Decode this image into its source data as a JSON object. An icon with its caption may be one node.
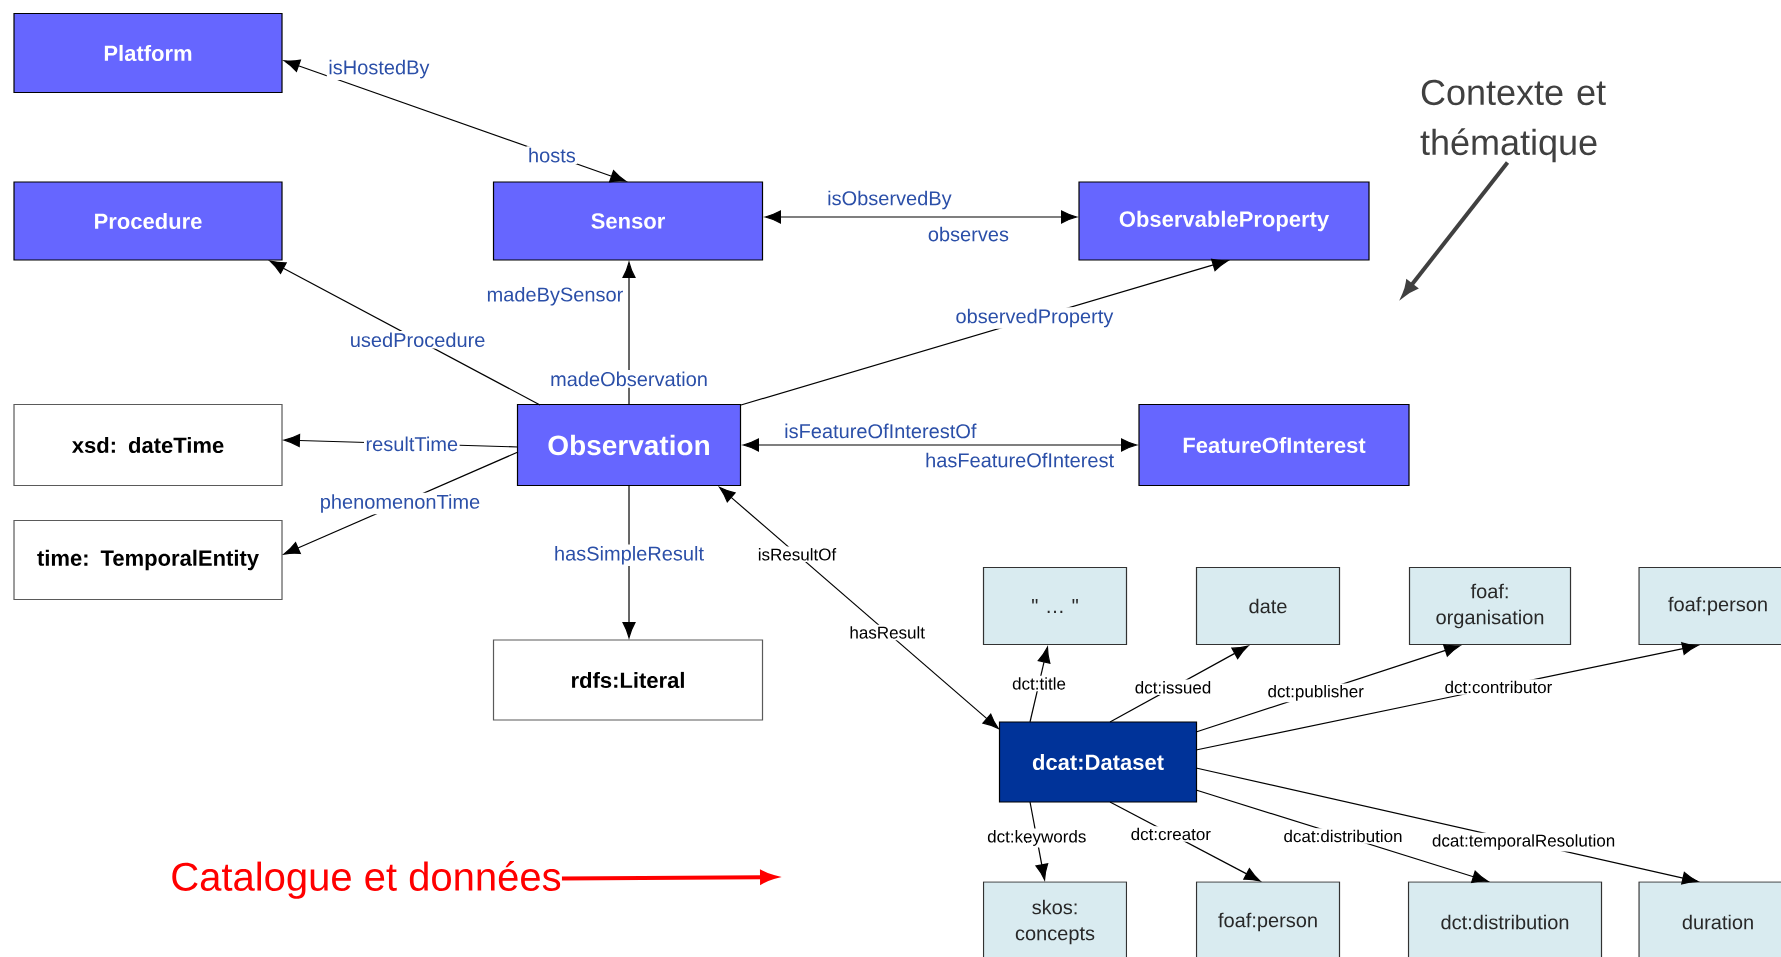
{
  "diagram": {
    "nodes": [
      {
        "text": [
          "Platform"
        ]
      },
      {
        "text": [
          "Procedure"
        ]
      },
      {
        "text": [
          "Sensor"
        ]
      },
      {
        "text": [
          "ObservableProperty"
        ]
      },
      {
        "text": [
          "Observation"
        ]
      },
      {
        "text": [
          "FeatureOfInterest"
        ]
      },
      {
        "text": [
          "xsd: dateTime"
        ]
      },
      {
        "text": [
          "time: TemporalEntity"
        ]
      },
      {
        "text": [
          "rdfs:Literal"
        ]
      },
      {
        "text": [
          "\" … \""
        ]
      },
      {
        "text": [
          "date"
        ]
      },
      {
        "text": [
          "foaf: organisation"
        ]
      },
      {
        "text": [
          "foaf:person"
        ]
      },
      {
        "text": [
          "dcat:Dataset"
        ]
      },
      {
        "text": [
          "skos: concepts"
        ]
      },
      {
        "text": [
          "foaf:person"
        ]
      },
      {
        "text": [
          "dct:distribution"
        ]
      },
      {
        "text": [
          "duration"
        ]
      },
      {
        "text": [
          "Contexte et thématique"
        ]
      },
      {
        "text": [
          "Catalogue et données"
        ]
      }
    ],
    "edges": [
      {
        "from": 2,
        "to": 0,
        "arrow": "both",
        "label": "isHostedBy"
      },
      {
        "from": 4,
        "to": 1,
        "arrow": "to",
        "label": "usedProcedure"
      },
      {
        "from": 2,
        "to": 3,
        "arrow": "both",
        "label": "isObservedBy"
      },
      {
        "from": 4,
        "to": 2,
        "arrow": "to",
        "label": "madeBySensor"
      },
      {
        "from": 4,
        "to": 3,
        "arrow": "to",
        "label": "observedProperty"
      },
      {
        "from": 4,
        "to": 6,
        "arrow": "to",
        "label": "resultTime"
      },
      {
        "from": 4,
        "to": 7,
        "arrow": "to",
        "label": "phenomenonTime"
      },
      {
        "from": 4,
        "to": 5,
        "arrow": "both",
        "label": "isFeatureOfInterestOf"
      },
      {
        "from": 4,
        "to": 8,
        "arrow": "to",
        "label": "hasSimpleResult"
      },
      {
        "from": 13,
        "to": 4,
        "arrow": "both",
        "label": "hasResult"
      },
      {
        "from": 13,
        "to": 9,
        "arrow": "to",
        "label": "dct:title"
      },
      {
        "from": 13,
        "to": 10,
        "arrow": "to",
        "label": "dct:issued"
      },
      {
        "from": 13,
        "to": 11,
        "arrow": "to",
        "label": "dct:publisher"
      },
      {
        "from": 13,
        "to": 12,
        "arrow": "to",
        "label": "dct:contributor"
      },
      {
        "from": 13,
        "to": 14,
        "arrow": "to",
        "label": "dct:keywords"
      },
      {
        "from": 13,
        "to": 15,
        "arrow": "to",
        "label": "dct:creator"
      },
      {
        "from": 13,
        "to": 16,
        "arrow": "to",
        "label": "dcat:distribution"
      },
      {
        "from": 13,
        "to": 17,
        "arrow": "to",
        "label": "dcat:temporalResolution"
      },
      {
        "from": 18,
        "to": null,
        "arrow": "to",
        "style": "thick",
        "color": "#404040"
      },
      {
        "from": 19,
        "to": null,
        "arrow": "to",
        "style": "thick",
        "color": "#ff0000"
      }
    ],
    "labels": [
      "hosts",
      "observes",
      "madeObservation",
      "hasFeatureOfInterest",
      "isResultOf"
    ]
  }
}
